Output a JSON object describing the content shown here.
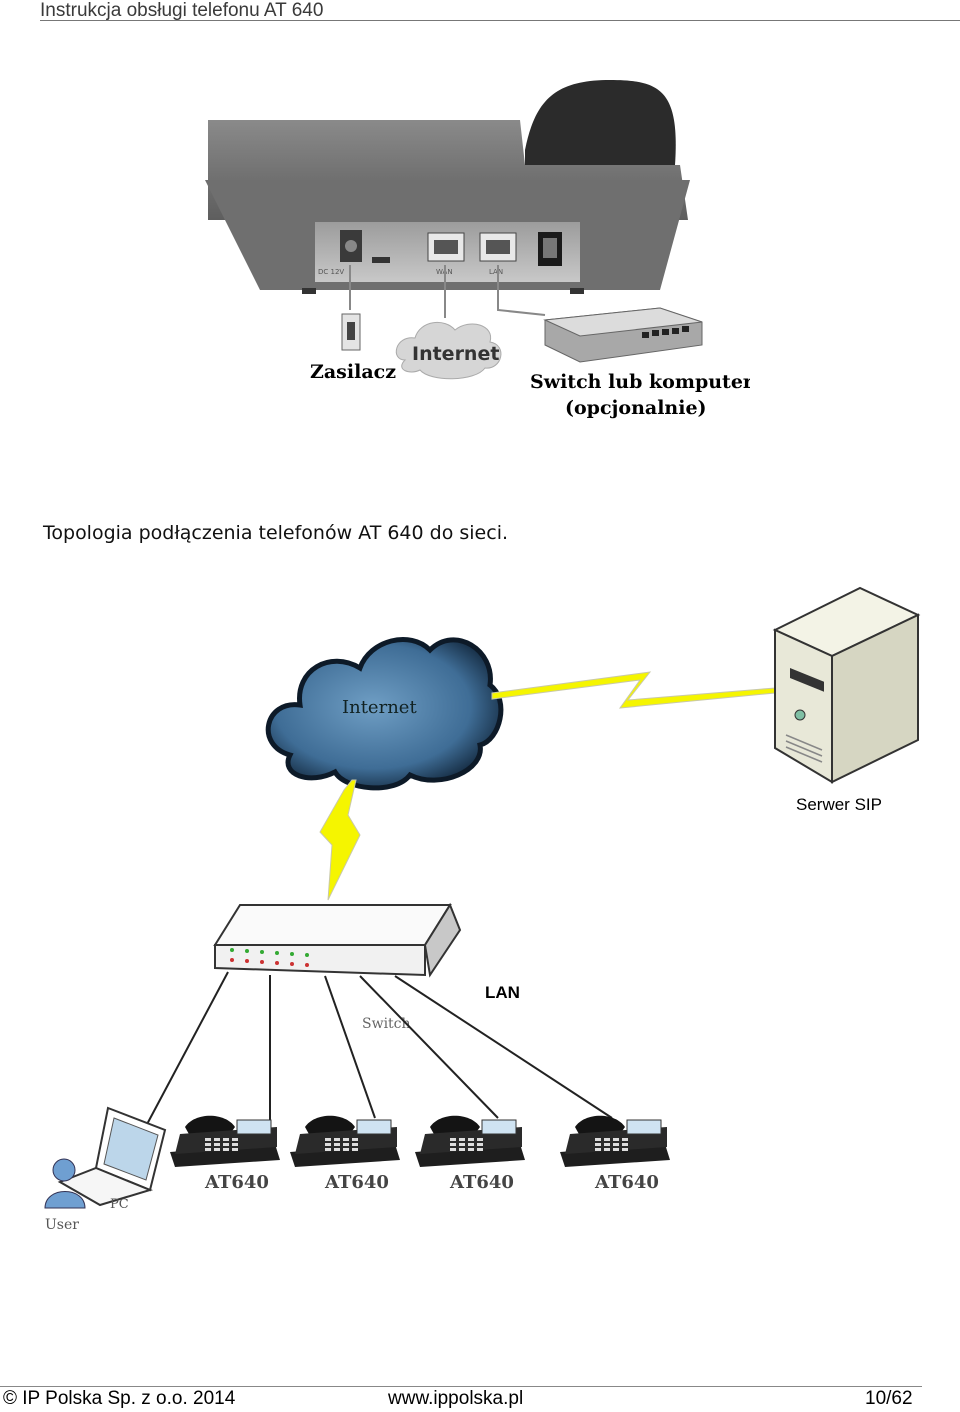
{
  "header": {
    "title": "Instrukcja obsługi telefonu AT 640"
  },
  "figure1": {
    "ports": {
      "dc": "DC 12V",
      "wan": "WAN",
      "lan": "LAN"
    },
    "labels": {
      "psu": "Zasilacz",
      "internet": "Internet",
      "switch_line1": "Switch lub komputer",
      "switch_line2": "(opcjonalnie)"
    }
  },
  "caption": "Topologia podłączenia telefonów AT 640 do sieci.",
  "figure2": {
    "internet": "Internet",
    "server": "Serwer SIP",
    "lan": "LAN",
    "switch": "Switch",
    "user": "User",
    "pc": "PC",
    "phones": [
      "AT640",
      "AT640",
      "AT640",
      "AT640"
    ]
  },
  "colors": {
    "cloud": "#3f6d96",
    "lightning": "#f5f500",
    "device": "#6b6b6b"
  },
  "footer": {
    "copyright": "© IP Polska Sp. z o.o. 2014",
    "website": "www.ippolska.pl",
    "page": "10/62"
  }
}
